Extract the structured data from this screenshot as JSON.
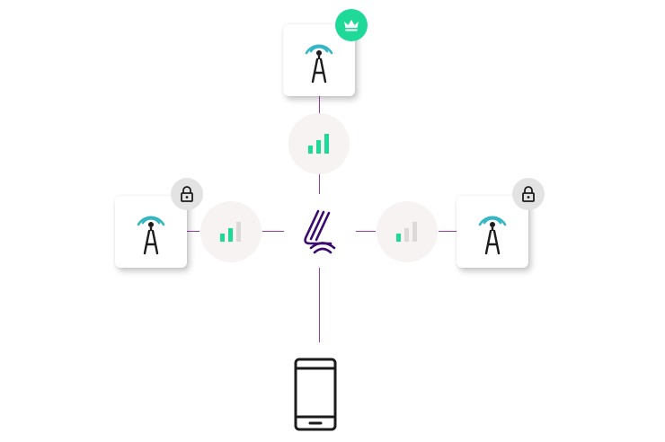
{
  "colors": {
    "accent_green": "#1ed998",
    "signal_teal": "#35b6c3",
    "line_purple": "#9b3fa8",
    "brand_purple": "#3a0a6e",
    "bar_inactive": "#dcdad9",
    "lock_badge": "#e3e3e3",
    "icon_dark": "#1c1c1c"
  },
  "nodes": [
    {
      "id": "top",
      "icon": "cell-tower-icon",
      "badge": "crown-icon",
      "status": "primary"
    },
    {
      "id": "left",
      "icon": "cell-tower-icon",
      "badge": "lock-icon",
      "status": "locked"
    },
    {
      "id": "right",
      "icon": "cell-tower-icon",
      "badge": "lock-icon",
      "status": "locked"
    }
  ],
  "signals": [
    {
      "id": "top",
      "icon": "signal-bars-icon",
      "active_bars": 3,
      "total_bars": 3
    },
    {
      "id": "left",
      "icon": "signal-bars-icon",
      "active_bars": 2,
      "total_bars": 3
    },
    {
      "id": "right",
      "icon": "signal-bars-icon",
      "active_bars": 1,
      "total_bars": 3
    }
  ],
  "hub": {
    "icon": "brand-logo-icon"
  },
  "device": {
    "icon": "smartphone-icon"
  }
}
